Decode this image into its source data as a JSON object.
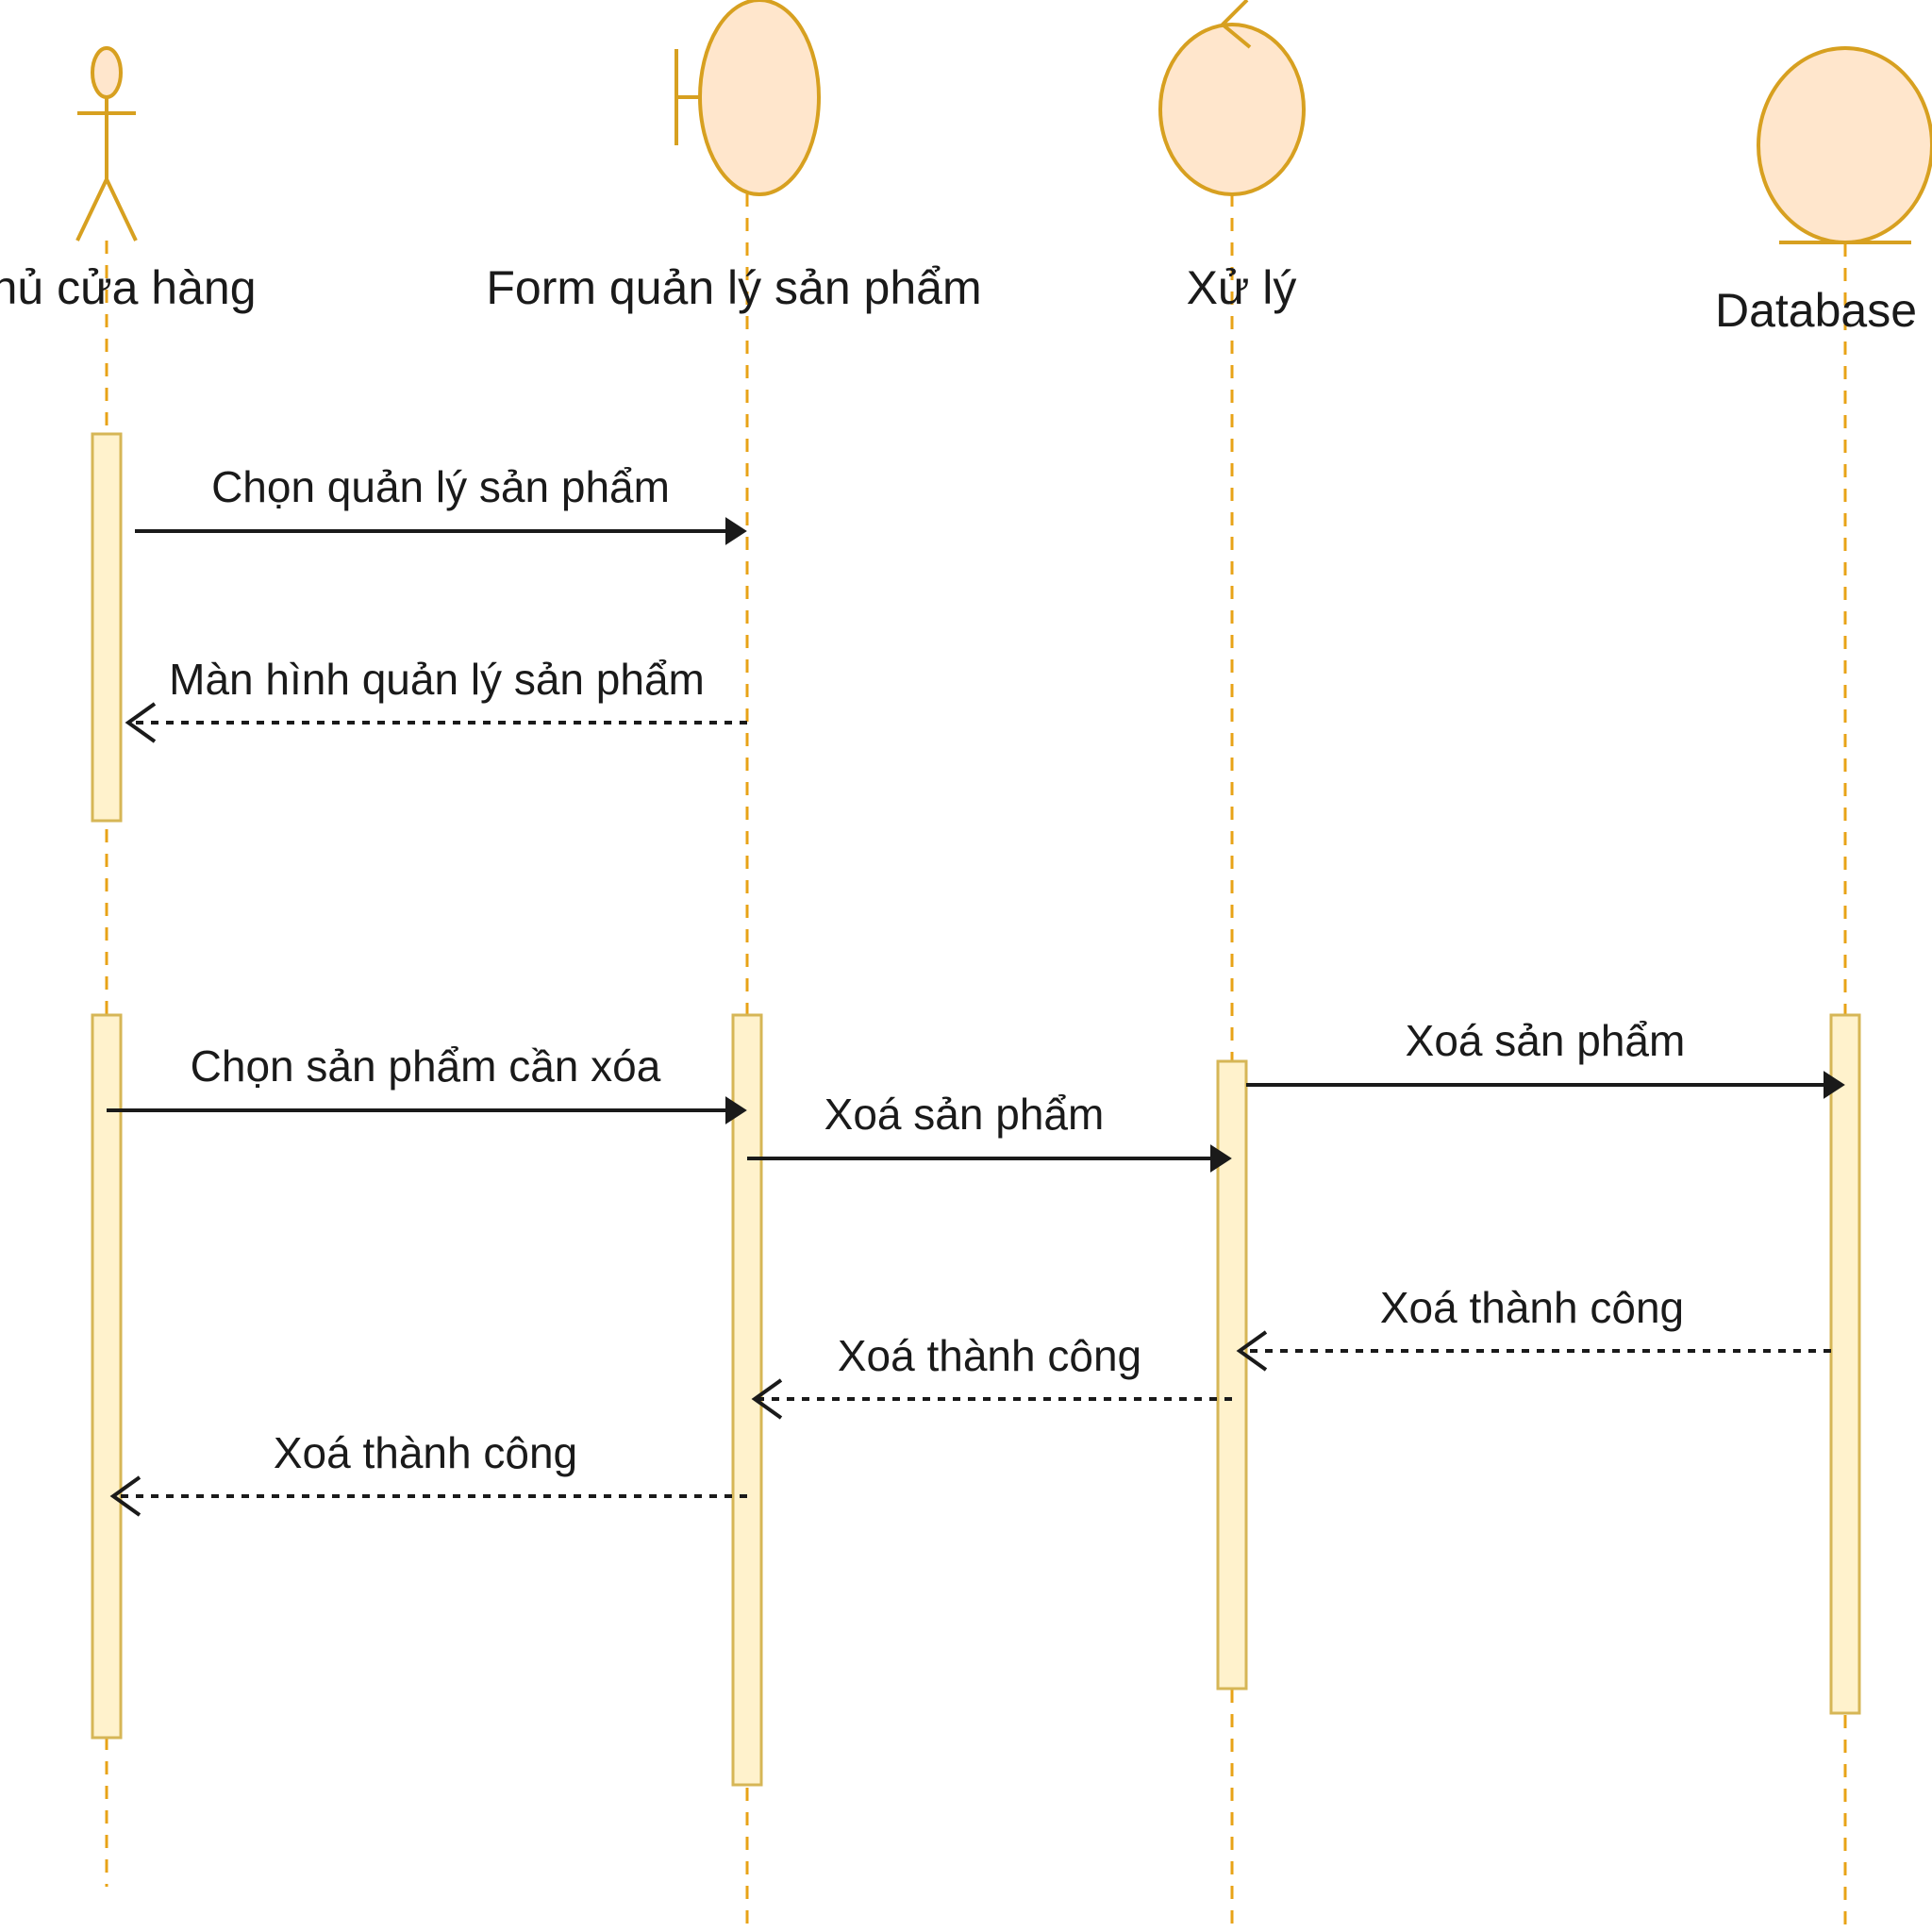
{
  "participants": {
    "actor": {
      "label": "Chủ cửa hàng",
      "icon": "actor-icon"
    },
    "form": {
      "label": "Form quản lý sản phẩm",
      "icon": "boundary-icon"
    },
    "control": {
      "label": "Xử lý",
      "icon": "control-icon"
    },
    "database": {
      "label": "Database",
      "icon": "entity-icon"
    }
  },
  "messages": {
    "m1": {
      "label": "Chọn quản lý sản phẩm",
      "from": "Chủ cửa hàng",
      "to": "Form quản lý sản phẩm",
      "kind": "sync"
    },
    "m2": {
      "label": "Màn hình quản lý sản phẩm",
      "from": "Form quản lý sản phẩm",
      "to": "Chủ cửa hàng",
      "kind": "return"
    },
    "m3": {
      "label": "Chọn sản phẩm cần xóa",
      "from": "Chủ cửa hàng",
      "to": "Form quản lý sản phẩm",
      "kind": "sync"
    },
    "m4": {
      "label": "Xoá sản phẩm",
      "from": "Form quản lý sản phẩm",
      "to": "Xử lý",
      "kind": "sync"
    },
    "m5": {
      "label": "Xoá sản phẩm",
      "from": "Xử lý",
      "to": "Database",
      "kind": "sync"
    },
    "m6": {
      "label": "Xoá thành công",
      "from": "Database",
      "to": "Xử lý",
      "kind": "return"
    },
    "m7": {
      "label": "Xoá thành công",
      "from": "Xử lý",
      "to": "Form quản lý sản phẩm",
      "kind": "return"
    },
    "m8": {
      "label": "Xoá thành công",
      "from": "Form quản lý sản phẩm",
      "to": "Chủ cửa hàng",
      "kind": "return"
    }
  },
  "colors": {
    "lifeline": "#e8a317",
    "activation_fill": "#fff2cc",
    "icon_fill": "#ffe6cc",
    "icon_stroke": "#d7a020",
    "message": "#1a1a1a"
  }
}
